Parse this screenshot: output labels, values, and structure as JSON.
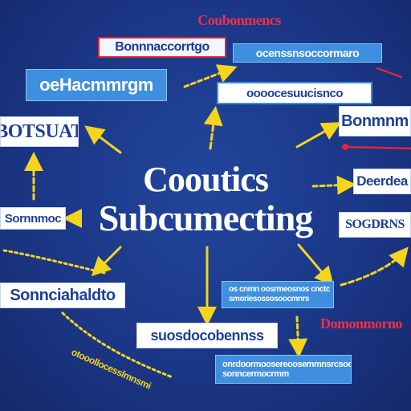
{
  "diagram": {
    "center": {
      "line1": "Cooutics",
      "line2": "Subcumecting"
    },
    "nodes": {
      "top_red_label": "Coubonmencs",
      "top_left_box": "Bonnnaccorrtgo",
      "top_right_box": "ocenssnsoccormaro",
      "left_upper_box": "oeHacmmrgm",
      "mid_top_box": "oooocesuucisnco",
      "left_box": "BOTSUAT",
      "right_box": "Bonmnm",
      "right_mid_box": "Deerdea",
      "left_mid_box": "Sornnmoc",
      "right_lower_box": "SOGDRNS",
      "left_lower_box": "Sonnciahaldto",
      "center_low_box": {
        "line1": "os cnmn oosrmeosnos cnctc",
        "line2": "smoriesossosoocmnrs"
      },
      "bottom_red_label": "Domonmorno",
      "bottom_box": "suosdocobennss",
      "bottom_lower_box": {
        "line1": "onrdoormoosereoosemmnsrcsoo",
        "line2": "sonncermocrmm"
      },
      "bottom_left_label": "otooollocesslmnsmi"
    }
  },
  "colors": {
    "background": "#1b3787",
    "arrow": "#f5d41c",
    "accent_red": "#e0263a",
    "box_blue": "#3f8fe0",
    "text_dark_blue": "#1d3f9a"
  }
}
